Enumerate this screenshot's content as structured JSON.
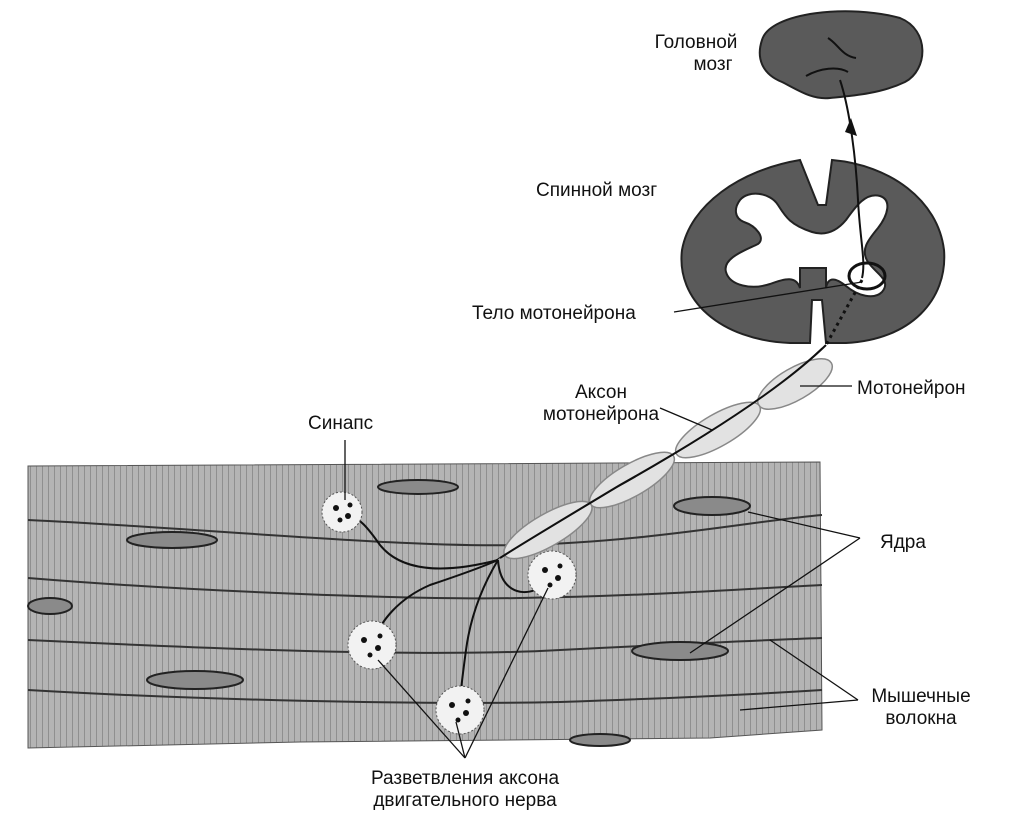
{
  "labels": {
    "brain": [
      "Головной",
      "мозг"
    ],
    "spinal_cord": "Спинной мозг",
    "motoneuron_body": "Тело мотонейрона",
    "motoneuron": "Мотонейрон",
    "axon": [
      "Аксон",
      "мотонейрона"
    ],
    "synapse": "Синапс",
    "nuclei": "Ядра",
    "muscle_fibers": [
      "Мышечные",
      "волокна"
    ],
    "branches": [
      "Разветвления аксона",
      "двигательного нерва"
    ]
  },
  "colors": {
    "tissue_dark": "#5a5a5a",
    "muscle_fill": "#b4b4b4",
    "line": "#111111",
    "background": "#ffffff"
  }
}
